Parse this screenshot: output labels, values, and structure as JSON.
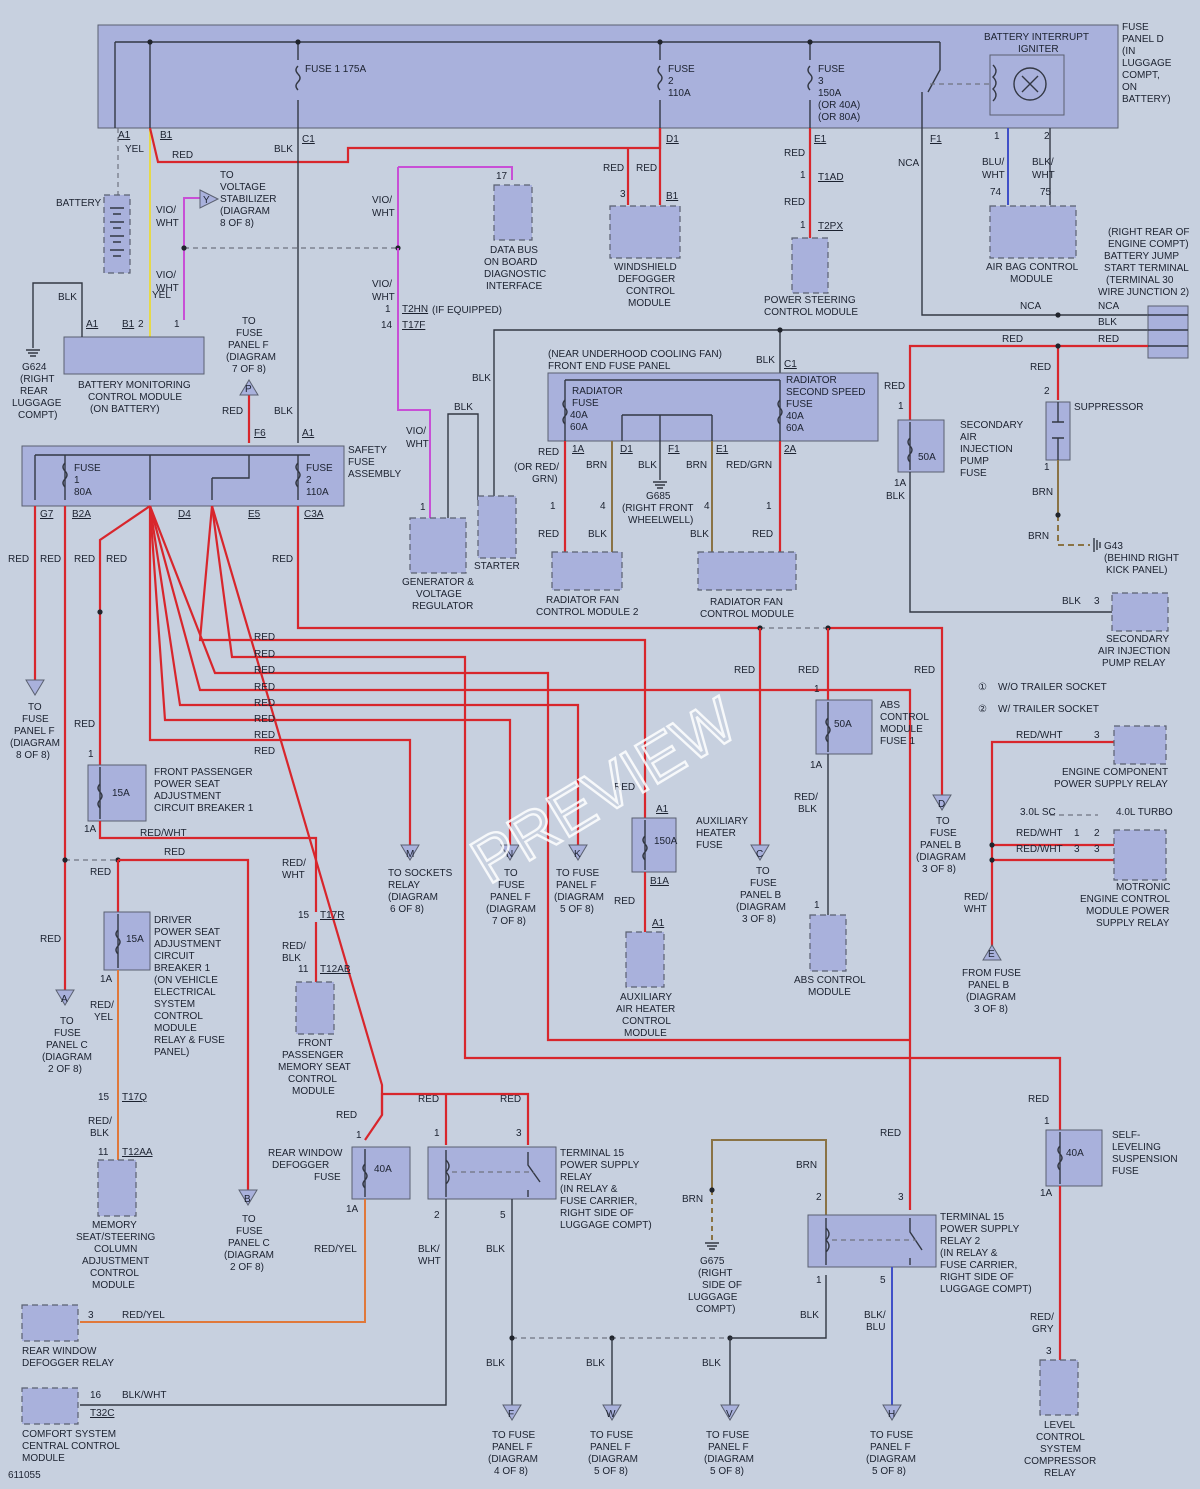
{
  "diagram_id": "611055",
  "watermark": "PREVIEW",
  "fuse_panel_d": {
    "title": "FUSE PANEL D (IN LUGGAGE COMPT, ON BATTERY)",
    "fuse1": "FUSE 1 175A",
    "fuse2": "FUSE 2 110A",
    "fuse3": "FUSE 3 150A (OR 40A) (OR 80A)",
    "interrupt": "BATTERY INTERRUPT IGNITER",
    "pins": [
      "A1",
      "B1",
      "C1",
      "D1",
      "E1",
      "F1"
    ]
  },
  "components": {
    "battery": "BATTERY",
    "voltage_stabilizer": "TO VOLTAGE STABILIZER (DIAGRAM 8 OF 8)",
    "data_bus": "DATA BUS ON BOARD DIAGNOSTIC INTERFACE",
    "windshield_defogger": "WINDSHIELD DEFOGGER CONTROL MODULE",
    "power_steering": "POWER STEERING CONTROL MODULE",
    "air_bag": "AIR BAG CONTROL MODULE",
    "battery_monitoring": "BATTERY MONITORING CONTROL MODULE (ON BATTERY)",
    "g624": "G624 (RIGHT REAR LUGGAGE COMPT)",
    "fuse_panel_f_p": "TO FUSE PANEL F (DIAGRAM 7 OF 8)",
    "safety_fuse": "SAFETY FUSE ASSEMBLY",
    "jump_start": "(RIGHT REAR OF ENGINE COMPT) BATTERY JUMP START TERMINAL (TERMINAL 30 WIRE JUNCTION 2)",
    "front_end_fuse": "(NEAR UNDERHOOD COOLING FAN) FRONT END FUSE PANEL",
    "radiator_fuse": "RADIATOR FUSE 40A 60A",
    "radiator_second": "RADIATOR SECOND SPEED FUSE 40A 60A",
    "secondary_air_fuse": "SECONDARY AIR INJECTION PUMP FUSE",
    "suppressor": "SUPPRESSOR",
    "g43": "G43 (BEHIND RIGHT KICK PANEL)",
    "g685": "G685 (RIGHT FRONT WHEELWELL)",
    "generator": "GENERATOR & VOLTAGE REGULATOR",
    "starter": "STARTER",
    "rad_fan2": "RADIATOR FAN CONTROL MODULE 2",
    "rad_fan": "RADIATOR FAN CONTROL MODULE",
    "secondary_air_relay": "SECONDARY AIR INJECTION PUMP RELAY",
    "note1": "W/O TRAILER SOCKET",
    "note2": "W/ TRAILER SOCKET",
    "engine_relay": "ENGINE COMPONENT POWER SUPPLY RELAY",
    "motronic": "MOTRONIC ENGINE CONTROL MODULE POWER SUPPLY RELAY",
    "abs_fuse": "ABS CONTROL MODULE FUSE 1",
    "abs_module": "ABS CONTROL MODULE",
    "aux_heater_fuse": "AUXILIARY HEATER FUSE",
    "aux_heater_module": "AUXILIARY AIR HEATER CONTROL MODULE",
    "front_pass_cb": "FRONT PASSENGER POWER SEAT ADJUSTMENT CIRCUIT BREAKER 1",
    "driver_cb": "DRIVER POWER SEAT ADJUSTMENT CIRCUIT BREAKER 1 (ON VEHICLE ELECTRICAL SYSTEM CONTROL MODULE RELAY & FUSE PANEL)",
    "front_pass_mem": "FRONT PASSENGER MEMORY SEAT CONTROL MODULE",
    "memory_col": "MEMORY SEAT/STEERING COLUMN ADJUSTMENT CONTROL MODULE",
    "rear_window_fuse": "REAR WINDOW DEFOGGER FUSE",
    "term15_relay": "TERMINAL 15 POWER SUPPLY RELAY (IN RELAY & FUSE CARRIER, RIGHT SIDE OF LUGGAGE COMPT)",
    "term15_relay2": "TERMINAL 15 POWER SUPPLY RELAY 2 (IN RELAY & FUSE CARRIER, RIGHT SIDE OF LUGGAGE COMPT)",
    "g675": "G675 (RIGHT SIDE OF LUGGAGE COMPT)",
    "self_level_fuse": "SELF-LEVELING SUSPENSION FUSE",
    "level_relay": "LEVEL CONTROL SYSTEM COMPRESSOR RELAY",
    "rear_defog_relay": "REAR WINDOW DEFOGGER RELAY",
    "comfort": "COMFORT SYSTEM CENTRAL CONTROL MODULE",
    "from_fuse_b": "FROM FUSE PANEL B (DIAGRAM 3 OF 8)"
  },
  "refs": {
    "F8": "TO FUSE PANEL F (DIAGRAM 8 OF 8)",
    "C2a": "TO FUSE PANEL C (DIAGRAM 2 OF 8)",
    "C2b": "TO FUSE PANEL C (DIAGRAM 2 OF 8)",
    "M6": "TO SOCKETS RELAY (DIAGRAM 6 OF 8)",
    "N7": "TO FUSE PANEL F (DIAGRAM 7 OF 8)",
    "K5": "TO FUSE PANEL F (DIAGRAM 5 OF 8)",
    "C3": "TO FUSE PANEL B (DIAGRAM 3 OF 8)",
    "D3": "TO FUSE PANEL B (DIAGRAM 3 OF 8)",
    "F4": "TO FUSE PANEL F (DIAGRAM 4 OF 8)",
    "W5": "TO FUSE PANEL F (DIAGRAM 5 OF 8)",
    "V5": "TO FUSE PANEL F (DIAGRAM 5 OF 8)",
    "H5": "TO FUSE PANEL F (DIAGRAM 5 OF 8)"
  }
}
